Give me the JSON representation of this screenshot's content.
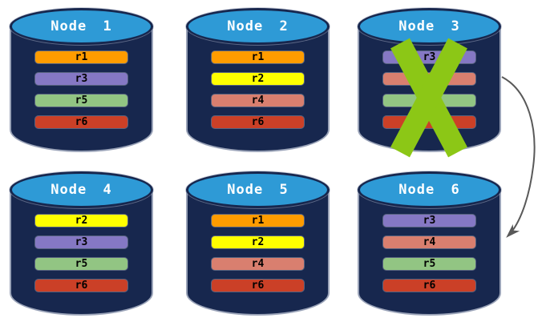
{
  "palette": {
    "cylinder_body": "#17274e",
    "cylinder_top": "#2e9ad6",
    "cylinder_edge": "#9aa3b8",
    "x_mark": "#8cc716",
    "arrow_color": "#595959"
  },
  "nodes": [
    {
      "title": "Node 1",
      "failed": false,
      "replicas": [
        {
          "label": "r1",
          "color": "#ff9c00"
        },
        {
          "label": "r3",
          "color": "#8578c4"
        },
        {
          "label": "r5",
          "color": "#92c583"
        },
        {
          "label": "r6",
          "color": "#cb4027"
        }
      ]
    },
    {
      "title": "Node 2",
      "failed": false,
      "replicas": [
        {
          "label": "r1",
          "color": "#ff9c00"
        },
        {
          "label": "r2",
          "color": "#ffff00"
        },
        {
          "label": "r4",
          "color": "#d97f6f"
        },
        {
          "label": "r6",
          "color": "#cb4027"
        }
      ]
    },
    {
      "title": "Node 3",
      "failed": true,
      "replicas": [
        {
          "label": "r3",
          "color": "#8578c4"
        },
        {
          "label": "r4",
          "color": "#d97f6f"
        },
        {
          "label": "r5",
          "color": "#92c583"
        },
        {
          "label": "r6",
          "color": "#cb4027"
        }
      ]
    },
    {
      "title": "Node 4",
      "failed": false,
      "replicas": [
        {
          "label": "r2",
          "color": "#ffff00"
        },
        {
          "label": "r3",
          "color": "#8578c4"
        },
        {
          "label": "r5",
          "color": "#92c583"
        },
        {
          "label": "r6",
          "color": "#cb4027"
        }
      ]
    },
    {
      "title": "Node 5",
      "failed": false,
      "replicas": [
        {
          "label": "r1",
          "color": "#ff9c00"
        },
        {
          "label": "r2",
          "color": "#ffff00"
        },
        {
          "label": "r4",
          "color": "#d97f6f"
        },
        {
          "label": "r6",
          "color": "#cb4027"
        }
      ]
    },
    {
      "title": "Node 6",
      "failed": false,
      "replicas": [
        {
          "label": "r3",
          "color": "#8578c4"
        },
        {
          "label": "r4",
          "color": "#d97f6f"
        },
        {
          "label": "r5",
          "color": "#92c583"
        },
        {
          "label": "r6",
          "color": "#cb4027"
        }
      ]
    }
  ],
  "arrow": {
    "from": "Node 3",
    "to": "Node 6",
    "color": "#595959"
  }
}
